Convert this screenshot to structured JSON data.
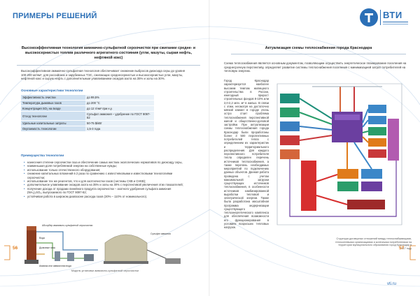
{
  "left_page": {
    "section_header": "ПРИМЕРЫ РЕШЕНИЙ",
    "article_title": "Высокоэффективная технология аммиачно-сульфатной сероочистки при сжигании средне- и высокосернистых топлив различного агрегатного состояния (угли, мазуты, сырая нефть, нефтяной кокс)",
    "intro": "Высокоэффективная аммиачно-сульфатная технология обеспечивает снижение выбросов диоксида серы до уровня 100-200 мг/нм³, для российских и зарубежных ТЭС, сжигающих среднесернистые и высокосернистые угли, мазуты, нефтяной кокс и сырую нефть с дополнительным улавливанием оксидов азота на 35% и золы на 30%.",
    "characteristics_heading": "Основные характеристики технологии",
    "characteristics": [
      {
        "key": "Эффективность очистки",
        "value": "до 99,5%"
      },
      {
        "key": "Температура дымовых газов",
        "value": "до 200 °С"
      },
      {
        "key": "Концентрация SO₂ на входе",
        "value": "до 12 г/нм³ при н.у."
      },
      {
        "key": "Отход технологии",
        "value": "Сульфат аммония – удобрение по ГОСТ 9097-82"
      },
      {
        "key": "Удельные капитальные затраты",
        "value": "50-75 $/кВт"
      },
      {
        "key": "Окупаемость технологии",
        "value": "1,5-3 года"
      }
    ],
    "advantages_heading": "Преимущества технологии",
    "advantages": [
      "нанесения степени сероочистки газа и обеспечение самых жестких экологических нормативов по диоксиду серы,",
      "наименьшая доля потребляемой энергии на собственные нужды;",
      "использование только отечественного оборудования;",
      "снижение капитальных вложений в 2 раза по сравнению с известняковыми и известковыми технологиями сероочистки;",
      "использование тех же реагентов, что и для азотоочистки газов (системы СКВ и СНКВ);",
      "дополнительное улавливание оксидов азота на 35% и золы на 30% с перспективой увеличения этих показателей;",
      "получение дохода от продажи линейного продукта сероочистки – азотного удобрения сульфата аммония (NH₄)₂SO₄, выпускаемого по ГОСТ 9097-82;",
      "устойчивая работа в широком диапазоне расхода газов (30% – 110% от номинального)."
    ],
    "diagram_labels": {
      "absorber": "Абсорбер аммиачно-сульфатной сероочистки",
      "tank": "Сульфат аммония",
      "water": "Вода",
      "flue": "Дымовые газы",
      "ammonia": "Аммиак или аммиачная вода"
    },
    "caption": "Модель установки аммиачно-сульфатной сероочистки",
    "page_number": "56"
  },
  "right_page": {
    "logo_text": "ВТИ",
    "article_title": "Актуализация схемы теплоснабжения города Краснодара",
    "intro": "Схема теплоснабжения является основным документом, позволяющим осуществить энергетическое планирование поселения на среднесрочную перспективу, определяет развитие системы теплоснабжения поселения с минимизацией затрат потребителей на тепловую энергию.",
    "body": "Город Краснодар характеризуется наиболее высоким темпом жилищного строительства в России, ежегодный прирост строительных фондов 8-10% или 2,0-2,2 млн. м² в жилых. В связи с этим, несмотря на достаточно мягкий климат в городе очень остро стоит проблема теплоснабжения перспективной жилой и общественно-деловой застройки. При актуализации схемы теплоснабжения города Краснодар были проработаны более 3 500 перспективных потребителей тепла с определением их характеристик и территориального распределения. Для каждого перспективного потребителя тепла определен перечень источников теплоснабжения, а также перечень необходимых мероприятий по подключению данных объектов. Данная работа проведена с учетом максимальной загрузки существующих источников теплоснабжения, в особенности источников комбинированной выработки тепловой и электрической энергии. Также была разработана масштабная программа модернизации существующего теплоэнергетического комплекса для обеспечения возможности его функционирования в условиях возросших тепловых нагрузок.",
    "caption": "Структура договорных отношений между теплоснабжающими, теплосетевыми организациями и конечными потребителями на территории муниципального образования город Краснодар в 2017 году",
    "page_number": "57",
    "url": "vti.ru"
  },
  "colors": {
    "accent_blue": "#2b6fb6",
    "accent_orange": "#e07b1a",
    "table_key_bg": "#cfe0f0",
    "table_val_bg": "#e9f1f8"
  }
}
